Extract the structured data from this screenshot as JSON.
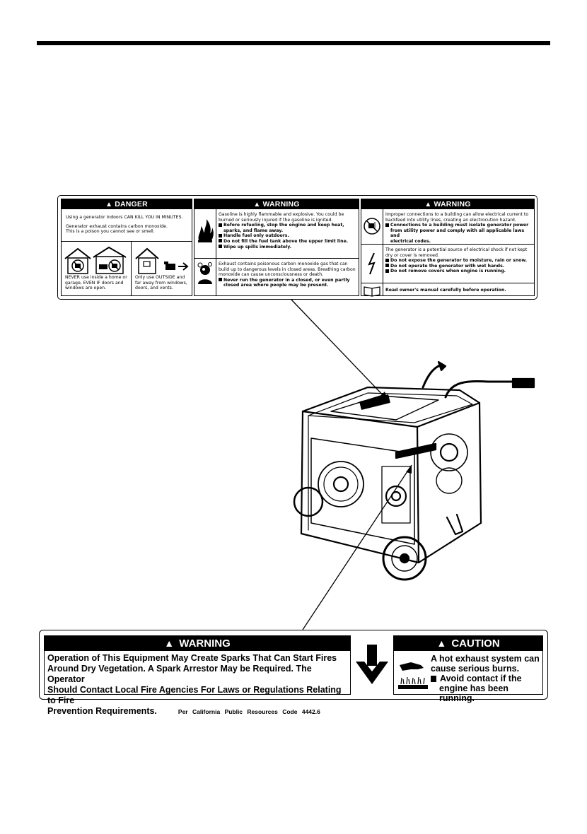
{
  "danger_panel": {
    "header": "DANGER",
    "line1": "Using a generator indoors CAN KILL YOU IN MINUTES.",
    "line2": "Generator exhaust contains carbon monoxide.",
    "line3": "This is a poison you cannot see or smell.",
    "never_caption": "NEVER use inside a home or garage, EVEN IF doors and windows are open.",
    "outside_caption": "Only use OUTSIDE and far away from windows, doors, and vents."
  },
  "warning_panel_1": {
    "header": "WARNING",
    "fuel_intro": "Gasoline is highly flammable and explosive. You could be burned or seriously injured if the gasoline is ignited.",
    "fuel_b1": "Before refueling, stop the engine and keep heat,",
    "fuel_b1b": "sparks, and flame away.",
    "fuel_b2": "Handle fuel only outdoors.",
    "fuel_b3": "Do not fill the fuel tank above the upper limit line.",
    "fuel_b4": "Wipe up spills immediately.",
    "co_intro": "Exhaust contains poisonous carbon monoxide gas that can build up to dangerous levels in closed areas. Breathing carbon monoxide can cause unconsciousness or death.",
    "co_b1": "Never run the generator in a closed, or even partly",
    "co_b1b": "closed area where people may be present."
  },
  "warning_panel_2": {
    "header": "WARNING",
    "conn_intro": "Improper connections to a building can allow electrical current to backfeed into utility lines, creating an electrocution hazard.",
    "conn_b1": "Connections to a building must isolate generator power",
    "conn_b1b": "from utility power and comply with all applicable laws and",
    "conn_b1c": "electrical codes.",
    "shock_intro": "The generator is a potential source of electrical shock if not kept dry or cover is removed.",
    "shock_b1": "Do not expose the generator to moisture, rain or snow.",
    "shock_b2": "Do not operate the generator with wet hands.",
    "shock_b3": "Do not remove covers when engine is running.",
    "manual": "Read owner's manual carefully before operation."
  },
  "spark_warning": {
    "header": "WARNING",
    "line1": "Operation of This Equipment May Create Sparks That Can Start Fires",
    "line2": "Around Dry Vegetation. A Spark Arrestor May be Required. The Operator",
    "line3": "Should Contact Local Fire Agencies For Laws or Regulations Relating to Fire",
    "line4": "Prevention Requirements.",
    "reference": "Per California Public Resources Code 4442.6"
  },
  "caution": {
    "header": "CAUTION",
    "line1": "A hot exhaust system can",
    "line2": "cause serious burns.",
    "line3": "Avoid contact if the",
    "line4": "engine has been running."
  },
  "icons": [
    "warning-triangle-icon",
    "no-indoor-house-icon",
    "outdoor-house-icon",
    "flame-icon",
    "gas-mask-icon",
    "no-backfeed-icon",
    "lightning-icon",
    "book-icon",
    "down-arrow-icon",
    "hot-surface-hand-icon"
  ]
}
